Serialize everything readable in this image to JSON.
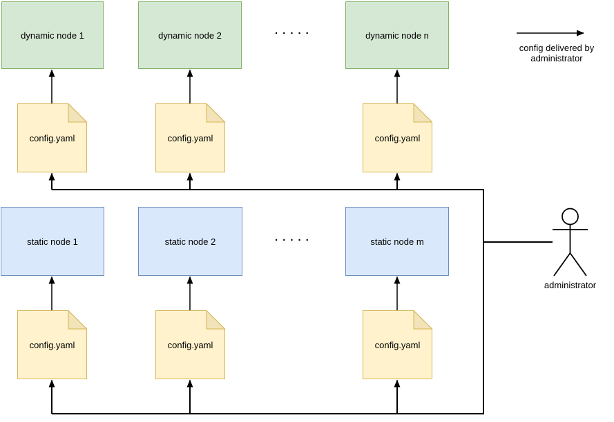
{
  "dynamic_nodes": [
    {
      "label": "dynamic node 1"
    },
    {
      "label": "dynamic node 2"
    },
    {
      "label": "dynamic node n"
    }
  ],
  "static_nodes": [
    {
      "label": "static node 1"
    },
    {
      "label": "static node 2"
    },
    {
      "label": "static node m"
    }
  ],
  "dynamic_configs": [
    {
      "label": "config.yaml"
    },
    {
      "label": "config.yaml"
    },
    {
      "label": "config.yaml"
    }
  ],
  "static_configs": [
    {
      "label": "config.yaml"
    },
    {
      "label": "config.yaml"
    },
    {
      "label": "config.yaml"
    }
  ],
  "dots": {
    "dynamic_row": ".....",
    "static_row": "....."
  },
  "legend": {
    "label": "config delivered by administrator"
  },
  "actor": {
    "label": "administrator"
  },
  "colors": {
    "dynamic_fill": "#d5e8d4",
    "dynamic_stroke": "#82b366",
    "static_fill": "#dae8fc",
    "static_stroke": "#6c8ebf",
    "config_fill": "#fff2cc",
    "config_stroke": "#d6b656",
    "config_fold": "#f2e3b8",
    "line": "#000000"
  }
}
